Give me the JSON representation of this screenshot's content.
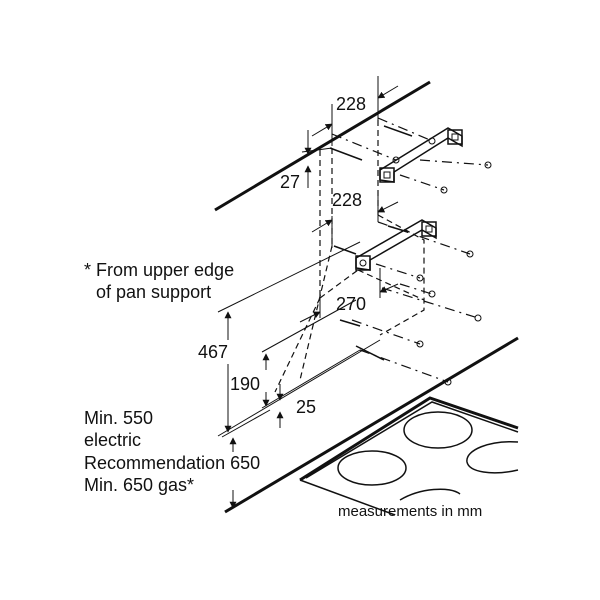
{
  "dimensions": {
    "top_width": "228",
    "top_offset": "27",
    "mid_width": "228",
    "lower_width": "270",
    "height_467": "467",
    "height_190": "190",
    "offset_25": "25"
  },
  "notes": {
    "upper_edge_line1": "* From upper edge",
    "upper_edge_line2": "of pan support",
    "min_line1": "Min. 550",
    "min_line2": "electric",
    "min_line3": "Recommendation 650",
    "min_line4": "Min. 650 gas*"
  },
  "units_note": "measurements in mm"
}
